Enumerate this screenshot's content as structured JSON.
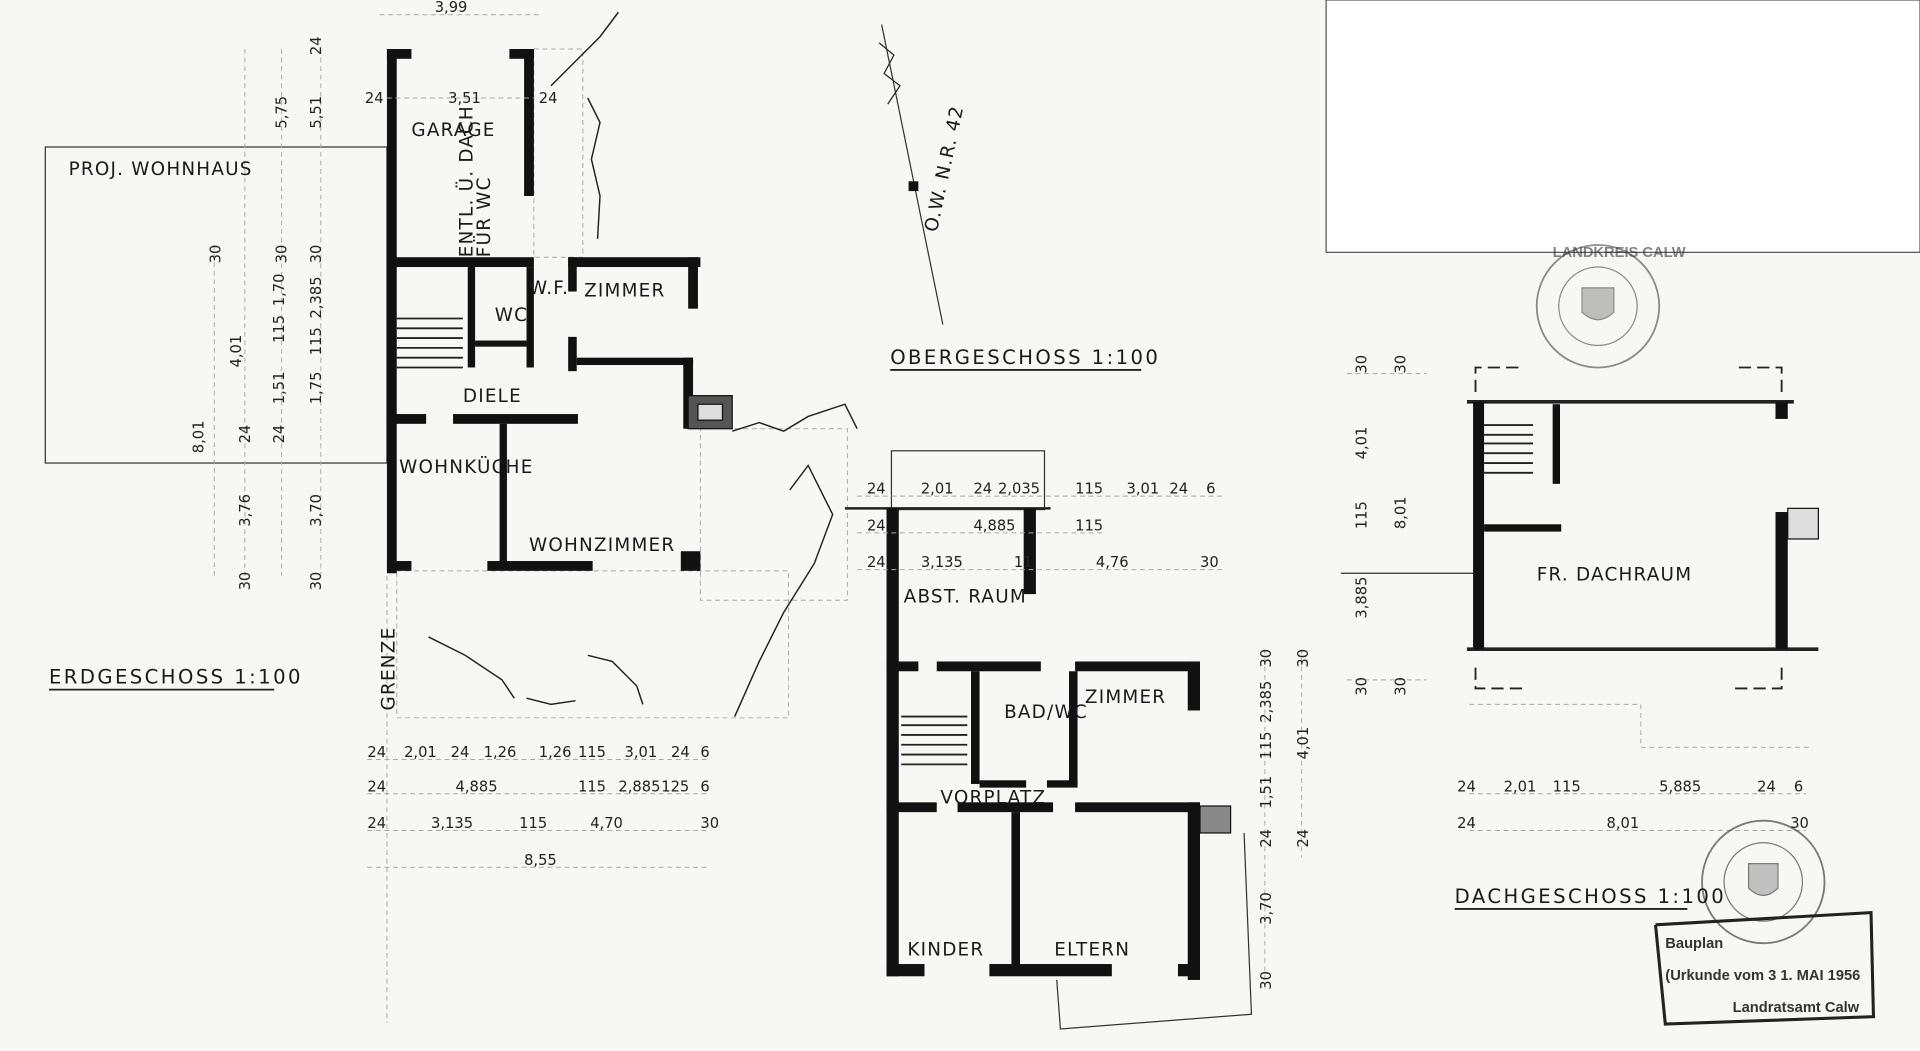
{
  "titles": {
    "ground_floor": "ERDGESCHOSS 1:100",
    "upper_floor": "OBERGESCHOSS 1:100",
    "attic": "DACHGESCHOSS 1:100"
  },
  "ground_floor": {
    "neighbor": "PROJ. WOHNHAUS",
    "rooms": {
      "garage": "GARAGE",
      "vent_line1": "ENTL. Ü. DACH",
      "vent_line2": "FÜR WC",
      "wf": "W.F.",
      "zimmer": "ZIMMER",
      "wc": "WC",
      "diele": "DIELE",
      "wohnkueche": "WOHNKÜCHE",
      "wohnzimmer": "WOHNZIMMER"
    },
    "boundary": "GRENZE",
    "dims_top": [
      "3,99",
      "24",
      "3,51",
      "24"
    ],
    "dims_left": [
      "24",
      "5,75",
      "5,51",
      "30",
      "30",
      "30",
      "4,01",
      "1,70",
      "2,385",
      "115",
      "115",
      "1,51",
      "1,75",
      "8,01",
      "24",
      "24",
      "3,76",
      "3,70",
      "30",
      "30"
    ],
    "dims_bottom_row1": [
      "24",
      "2,01",
      "24",
      "1,26",
      "1,26",
      "115",
      "3,01",
      "24",
      "6"
    ],
    "dims_bottom_row2": [
      "24",
      "4,885",
      "115",
      "2,885",
      "125",
      "6"
    ],
    "dims_bottom_row3": [
      "24",
      "3,135",
      "115",
      "4,70",
      "30"
    ],
    "dims_bottom_total": "8,55"
  },
  "street_label": "O.W. N.R. 42",
  "upper_floor": {
    "rooms": {
      "abst_raum": "ABST. RAUM",
      "bad_wc": "BAD/WC",
      "zimmer": "ZIMMER",
      "vorplatz": "VORPLATZ",
      "kinder": "KINDER",
      "eltern": "ELTERN"
    },
    "dims_row1": [
      "24",
      "2,01",
      "24",
      "2,035",
      "115",
      "3,01",
      "24",
      "6"
    ],
    "dims_row2": [
      "24",
      "4,885",
      "115"
    ],
    "dims_row3": [
      "24",
      "3,135",
      "11",
      "4,76",
      "30"
    ],
    "dims_right": [
      "30",
      "2,385",
      "115",
      "1,51",
      "24",
      "3,70",
      "30",
      "30",
      "4,01",
      "24"
    ]
  },
  "attic": {
    "rooms": {
      "dachraum": "FR. DACHRAUM"
    },
    "dims_left": [
      "30",
      "30",
      "4,01",
      "115",
      "8,01",
      "3,885",
      "30",
      "30"
    ],
    "dims_bottom_row1": [
      "24",
      "2,01",
      "115",
      "5,885",
      "24",
      "6"
    ],
    "dims_bottom_row2": [
      "24",
      "8,01",
      "30"
    ]
  },
  "stamps": {
    "seal_text": "LANDKREIS CALW",
    "box_line1": "Bauplan",
    "box_line2": "(Urkunde vom 3 1. MAI 1956",
    "box_line3": "Landratsamt Calw"
  }
}
